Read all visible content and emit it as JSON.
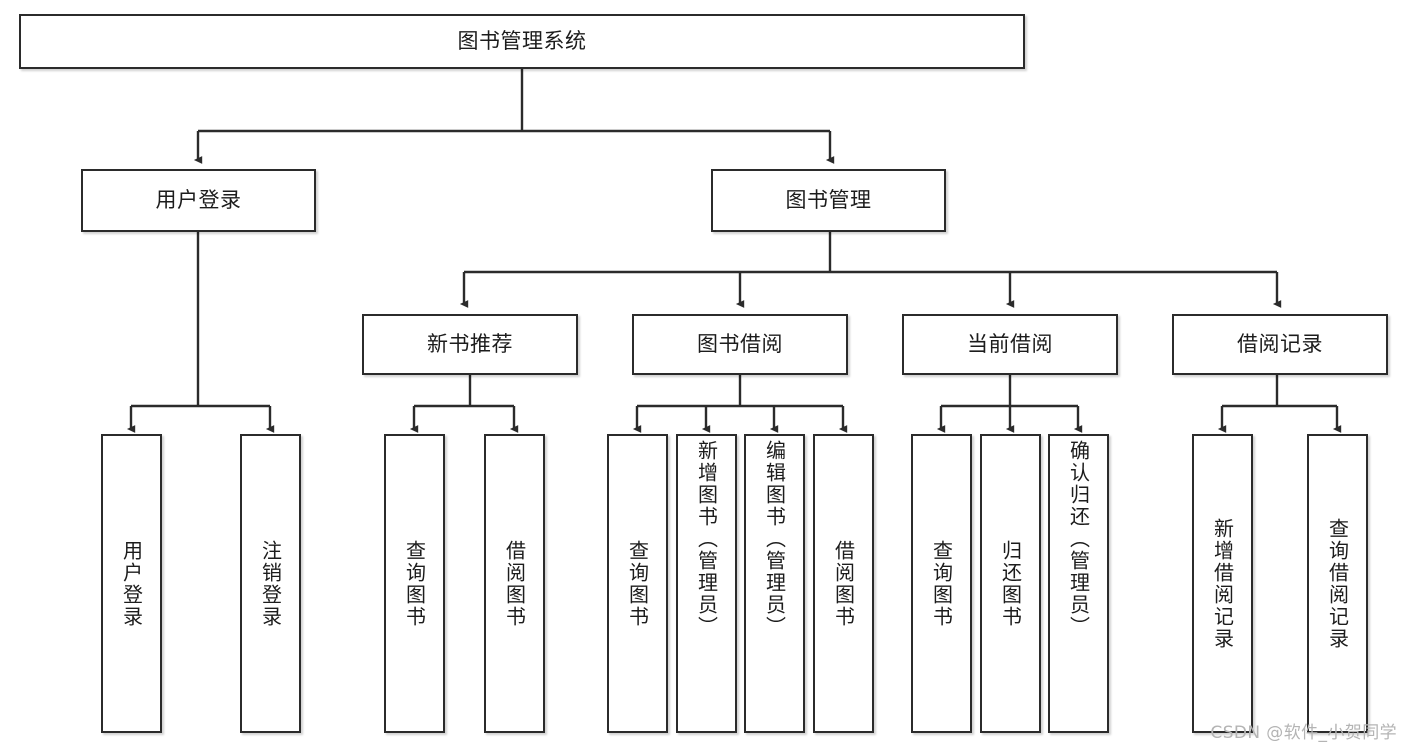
{
  "diagram": {
    "type": "tree-hierarchy-chart",
    "title": "图书管理系统",
    "watermark": "CSDN @软件_小贺同学",
    "colors": {
      "box_stroke": "#2b2b2b",
      "box_fill": "#ffffff",
      "connector": "#2b2b2b",
      "text": "#1c1c1c",
      "watermark": "#b4b4b4",
      "background": "#ffffff"
    },
    "levels": [
      {
        "level": 1,
        "nodes": [
          {
            "id": "root",
            "label": "图书管理系统",
            "orientation": "horizontal"
          }
        ]
      },
      {
        "level": 2,
        "nodes": [
          {
            "id": "user-login",
            "label": "用户登录",
            "orientation": "horizontal",
            "parent": "root"
          },
          {
            "id": "book-manage",
            "label": "图书管理",
            "orientation": "horizontal",
            "parent": "root"
          }
        ]
      },
      {
        "level": 3,
        "nodes": [
          {
            "id": "new-book-recommend",
            "label": "新书推荐",
            "orientation": "horizontal",
            "parent": "book-manage"
          },
          {
            "id": "book-borrow",
            "label": "图书借阅",
            "orientation": "horizontal",
            "parent": "book-manage"
          },
          {
            "id": "current-borrow",
            "label": "当前借阅",
            "orientation": "horizontal",
            "parent": "book-manage"
          },
          {
            "id": "borrow-record",
            "label": "借阅记录",
            "orientation": "horizontal",
            "parent": "book-manage"
          }
        ]
      },
      {
        "level": 4,
        "nodes": [
          {
            "id": "leaf-user-login",
            "label": "用户登录",
            "orientation": "vertical",
            "parent": "user-login"
          },
          {
            "id": "leaf-logout",
            "label": "注销登录",
            "orientation": "vertical",
            "parent": "user-login"
          },
          {
            "id": "leaf-query-book-1",
            "label": "查询图书",
            "orientation": "vertical",
            "parent": "new-book-recommend"
          },
          {
            "id": "leaf-borrow-book-1",
            "label": "借阅图书",
            "orientation": "vertical",
            "parent": "new-book-recommend"
          },
          {
            "id": "leaf-query-book-2",
            "label": "查询图书",
            "orientation": "vertical",
            "parent": "book-borrow"
          },
          {
            "id": "leaf-add-book",
            "label": "新增图书（管理员）",
            "orientation": "vertical",
            "parent": "book-borrow"
          },
          {
            "id": "leaf-edit-book",
            "label": "编辑图书（管理员）",
            "orientation": "vertical",
            "parent": "book-borrow"
          },
          {
            "id": "leaf-borrow-book-2",
            "label": "借阅图书",
            "orientation": "vertical",
            "parent": "book-borrow"
          },
          {
            "id": "leaf-query-book-3",
            "label": "查询图书",
            "orientation": "vertical",
            "parent": "current-borrow"
          },
          {
            "id": "leaf-return-book",
            "label": "归还图书",
            "orientation": "vertical",
            "parent": "current-borrow"
          },
          {
            "id": "leaf-confirm-return",
            "label": "确认归还（管理员）",
            "orientation": "vertical",
            "parent": "current-borrow"
          },
          {
            "id": "leaf-add-record",
            "label": "新增借阅记录",
            "orientation": "vertical",
            "parent": "borrow-record"
          },
          {
            "id": "leaf-query-record",
            "label": "查询借阅记录",
            "orientation": "vertical",
            "parent": "borrow-record"
          }
        ]
      }
    ]
  }
}
